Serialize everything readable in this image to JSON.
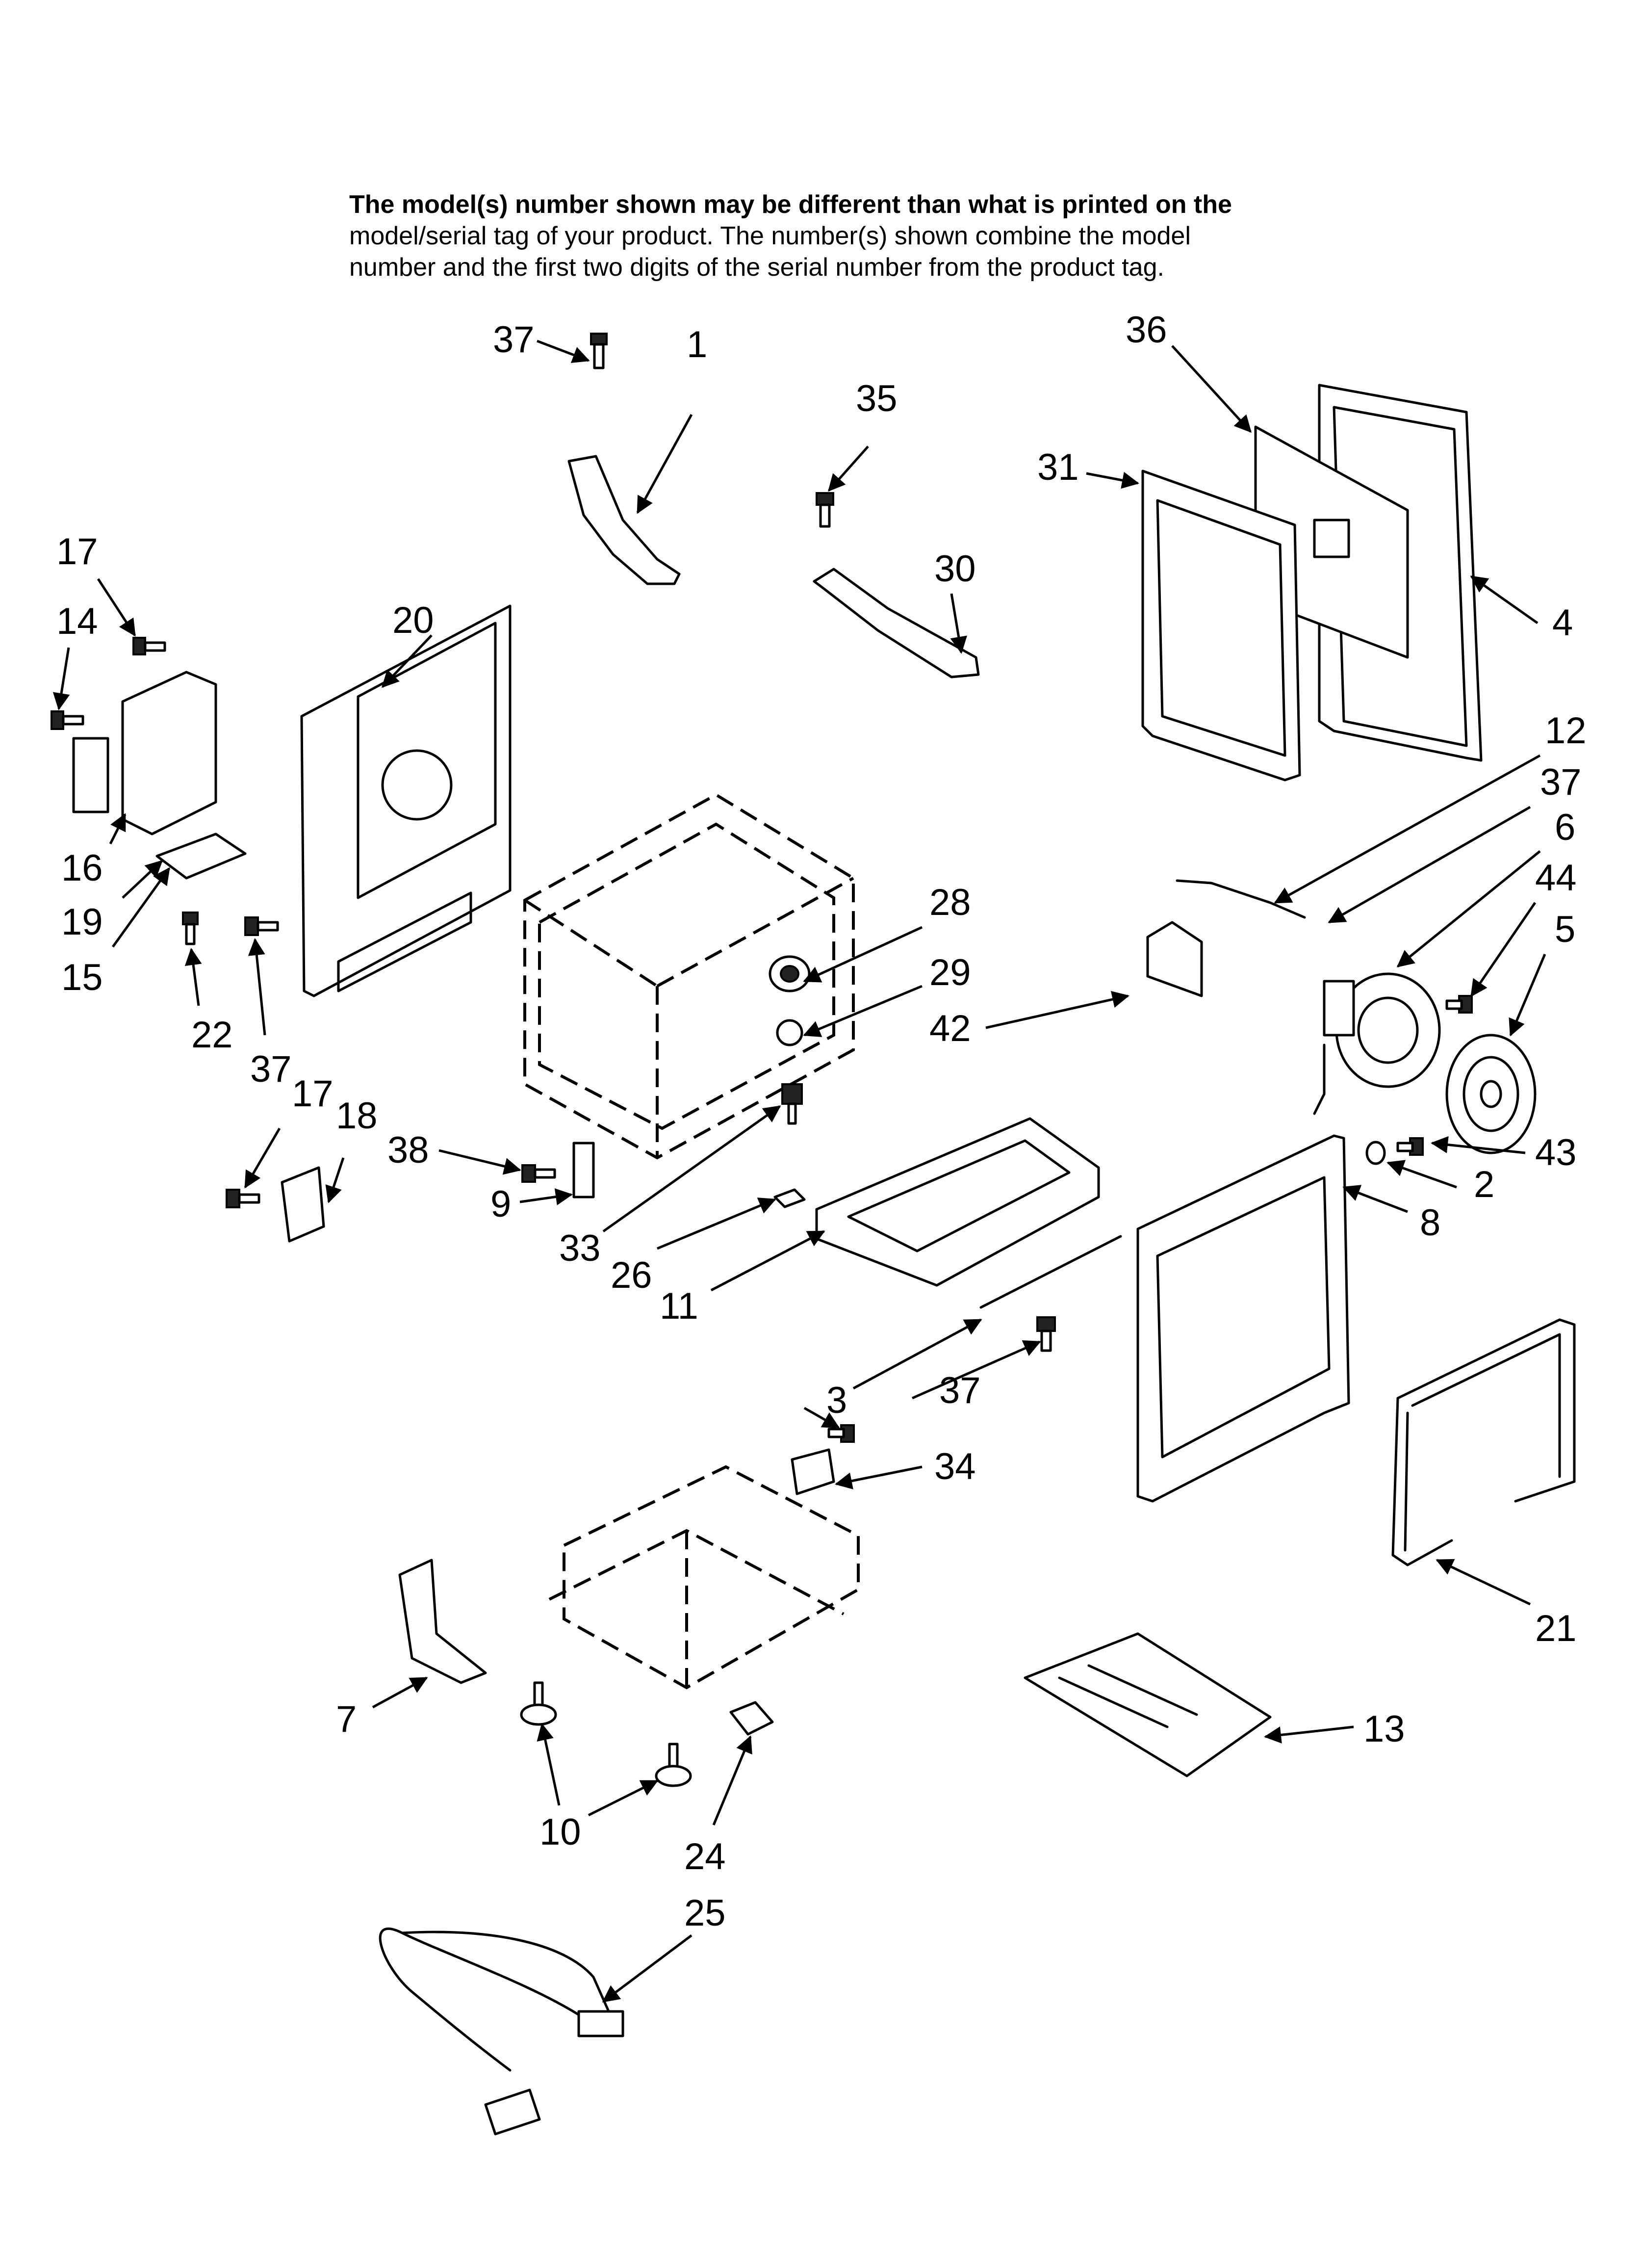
{
  "notice": {
    "line1": "The model(s) number shown may be different than what is printed on the",
    "line2": "model/serial tag of your product. The number(s) shown combine the model",
    "line3": "number and the first two digits of the serial number from the product tag."
  },
  "callouts": {
    "c1": "1",
    "c2": "2",
    "c3": "3",
    "c4": "4",
    "c5": "5",
    "c6": "6",
    "c7": "7",
    "c8": "8",
    "c9": "9",
    "c10": "10",
    "c11": "11",
    "c12": "12",
    "c13": "13",
    "c14": "14",
    "c15": "15",
    "c16": "16",
    "c17a": "17",
    "c17b": "17",
    "c18": "18",
    "c19": "19",
    "c20": "20",
    "c21": "21",
    "c22": "22",
    "c24": "24",
    "c25": "25",
    "c26": "26",
    "c28": "28",
    "c29": "29",
    "c30": "30",
    "c31": "31",
    "c33": "33",
    "c34": "34",
    "c35": "35",
    "c36": "36",
    "c37a": "37",
    "c37b": "37",
    "c37c": "37",
    "c37d": "37",
    "c38": "38",
    "c42": "42",
    "c43": "43",
    "c44": "44"
  }
}
